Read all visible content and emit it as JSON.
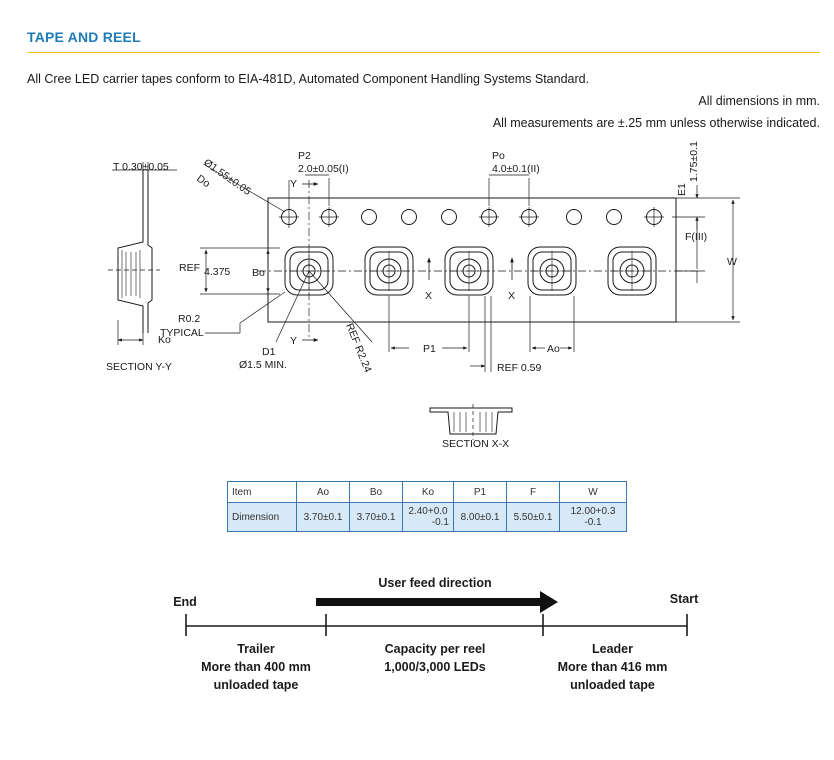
{
  "header": {
    "title": "TAPE AND REEL",
    "intro": "All Cree LED carrier tapes conform to EIA-481D, Automated Component Handling Systems Standard.",
    "note_dimensions": "All dimensions in mm.",
    "note_tolerance": "All measurements are ±.25 mm unless otherwise indicated."
  },
  "drawing": {
    "t_label": "T 0.30±0.05",
    "do_label": "Ø1.55±0.05",
    "do_name": "Do",
    "p2_name": "P2",
    "p2_value": "2.0±0.05(I)",
    "po_name": "Po",
    "po_value": "4.0±0.1(II)",
    "e1_name": "E1",
    "e1_value": "1.75±0.1",
    "f_label": "F(III)",
    "w_label": "W",
    "y_label": "Y",
    "x_label": "X",
    "ref_label": "REF",
    "ref_value": "4.375",
    "bo_label": "Bo",
    "r02_label": "R0.2",
    "typical_label": "TYPICAL",
    "ko_label": "Ko",
    "d1_name": "D1",
    "d1_value": "Ø1.5 MIN.",
    "refr_label": "REF R2.24",
    "p1_label": "P1",
    "ao_label": "Ao",
    "ref059_label": "REF 0.59",
    "section_yy": "SECTION Y-Y",
    "section_xx": "SECTION X-X"
  },
  "table": {
    "headers": [
      "Item",
      "Ao",
      "Bo",
      "Ko",
      "P1",
      "F",
      "W"
    ],
    "row": {
      "label": "Dimension",
      "ao": "3.70±0.1",
      "bo": "3.70±0.1",
      "ko_top": "2.40+0.0",
      "ko_bottom": "-0.1",
      "p1": "8.00±0.1",
      "f": "5.50±0.1",
      "w_top": "12.00+0.3",
      "w_bottom": "-0.1"
    }
  },
  "feed": {
    "direction_label": "User feed direction",
    "end_label": "End",
    "start_label": "Start",
    "trailer_title": "Trailer",
    "trailer_line1": "More than 400 mm",
    "trailer_line2": "unloaded tape",
    "capacity_title": "Capacity per reel",
    "capacity_value": "1,000/3,000 LEDs",
    "leader_title": "Leader",
    "leader_line1": "More than 416 mm",
    "leader_line2": "unloaded tape"
  }
}
